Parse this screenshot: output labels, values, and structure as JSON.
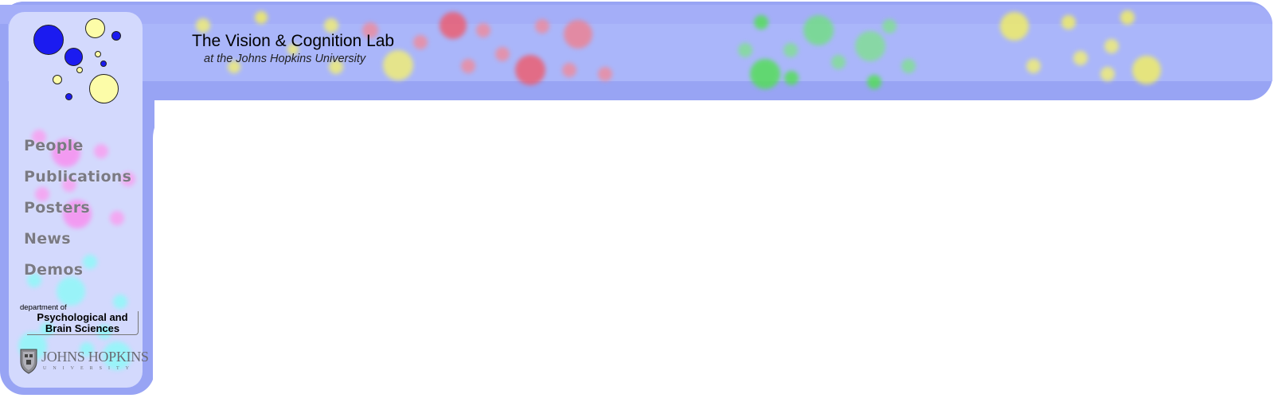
{
  "header": {
    "title": "The Vision & Cognition Lab",
    "subtitle": "at the Johns Hopkins University"
  },
  "nav": {
    "items": [
      {
        "label": "People"
      },
      {
        "label": "Publications"
      },
      {
        "label": "Posters"
      },
      {
        "label": "News"
      },
      {
        "label": "Demos"
      }
    ]
  },
  "department": {
    "prefix": "department of",
    "name_line1": "Psychological and",
    "name_line2": "Brain Sciences"
  },
  "university": {
    "name": "JOHNS HOPKINS",
    "subname": "UNIVERSITY"
  },
  "colors": {
    "frame": "#98a4f4",
    "panel": "#d3d9fd",
    "nav_text": "#7a7a84",
    "logo_blue": "#1b1bf0",
    "logo_yellow": "#fcfca8"
  },
  "icons": {
    "logo": "bubbles-logo-icon",
    "shield": "jhu-shield-icon"
  }
}
